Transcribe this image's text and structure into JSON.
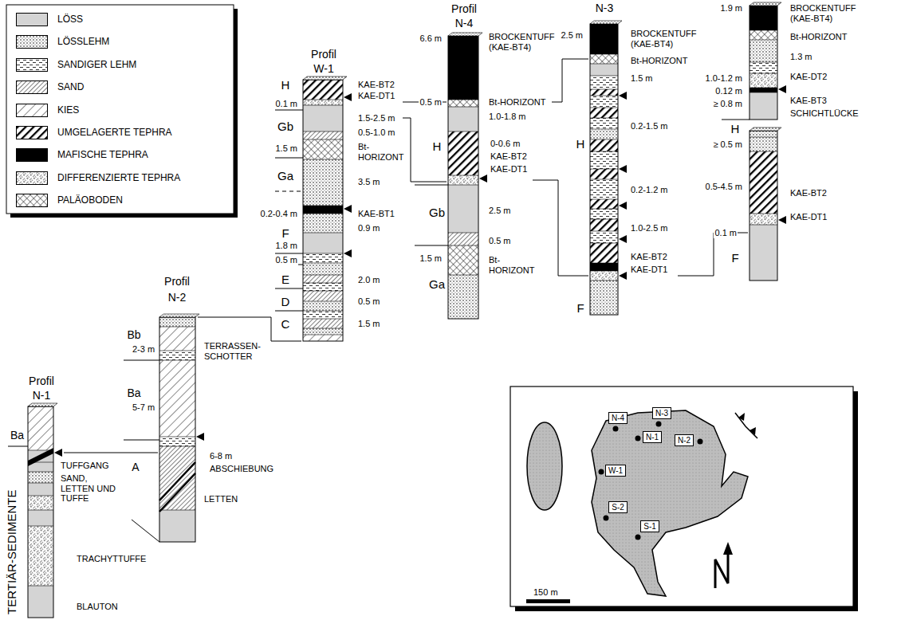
{
  "diagram": {
    "nodes": [
      {
        "text": [
          "N-4"
        ]
      },
      {
        "text": [
          "N-3"
        ]
      },
      {
        "text": [
          "N-1"
        ]
      },
      {
        "text": [
          "N-2"
        ]
      },
      {
        "text": [
          "W-1"
        ]
      },
      {
        "text": [
          "S-2"
        ]
      },
      {
        "text": [
          "S-1"
        ]
      }
    ],
    "labels": [
      "Profil",
      "N-1",
      "Ba",
      "TUFFGANG",
      "SAND, LETTEN UND TUFFE",
      "TERTIÄR-SEDIMENTE",
      "TRACHYTTUFFE",
      "BLAUTON",
      "Profil",
      "N-2",
      "Bb",
      "2-3 m",
      "TERRASSEN-SCHOTTER",
      "Ba",
      "5-7 m",
      "A",
      "6-8 m",
      "ABSCHIEBUNG",
      "LETTEN",
      "Profil",
      "W-1",
      "KAE-BT2",
      "KAE-DT1",
      "H",
      "0.1 m",
      "Gb",
      "1.5-2.5 m",
      "0.5-1.0 m",
      "1.5 m",
      "Bt-HORIZONT",
      "Ga",
      "3.5 m",
      "0.2-0.4 m",
      "KAE-BT1",
      "F",
      "0.9 m",
      "1.8 m",
      "0.5 m",
      "E",
      "2.0 m",
      "D",
      "0.5 m",
      "C",
      "1.5 m",
      "Profil",
      "N-4",
      "6.6 m",
      "BROCKENTUFF (KAE-BT4)",
      "0.5 m",
      "Bt-HORIZONT",
      "1.0-1.8 m",
      "H",
      "0-0.6 m",
      "KAE-BT2",
      "KAE-DT1",
      "Gb",
      "2.5 m",
      "0.5 m",
      "1.5 m",
      "Bt-HORIZONT",
      "Ga",
      "N-3",
      "2.5 m",
      "BROCKENTUFF (KAE-BT4)",
      "Bt-HORIZONT",
      "1.5 m",
      "0.2-1.5 m",
      "H",
      "0.2-1.2 m",
      "1.0-2.5 m",
      "KAE-BT2",
      "KAE-DT1",
      "F",
      "1.9 m",
      "BROCKENTUFF (KAE-BT4)",
      "Bt-HORIZONT",
      "1.3 m",
      "1.0-1.2 m",
      "KAE-DT2",
      "KAE-BT3",
      "0.12 m",
      "≥ 0.8 m",
      "SCHICHTLÜCKE",
      "H",
      "≥ 0.5 m",
      "0.5-4.5 m",
      "KAE-BT2",
      "KAE-DT1",
      "0.1 m",
      "F",
      "150 m"
    ],
    "legend": [
      {
        "text": "LÖSS",
        "color": "#d4d4d4"
      },
      {
        "text": "LÖSSLEHM"
      },
      {
        "text": "SANDIGER LEHM"
      },
      {
        "text": "SAND"
      },
      {
        "text": "KIES"
      },
      {
        "text": "UMGELAGERTE TEPHRA"
      },
      {
        "text": "MAFISCHE TEPHRA",
        "color": "#000000"
      },
      {
        "text": "DIFFERENZIERTE TEPHRA"
      },
      {
        "text": "PALÄOBODEN"
      }
    ]
  }
}
